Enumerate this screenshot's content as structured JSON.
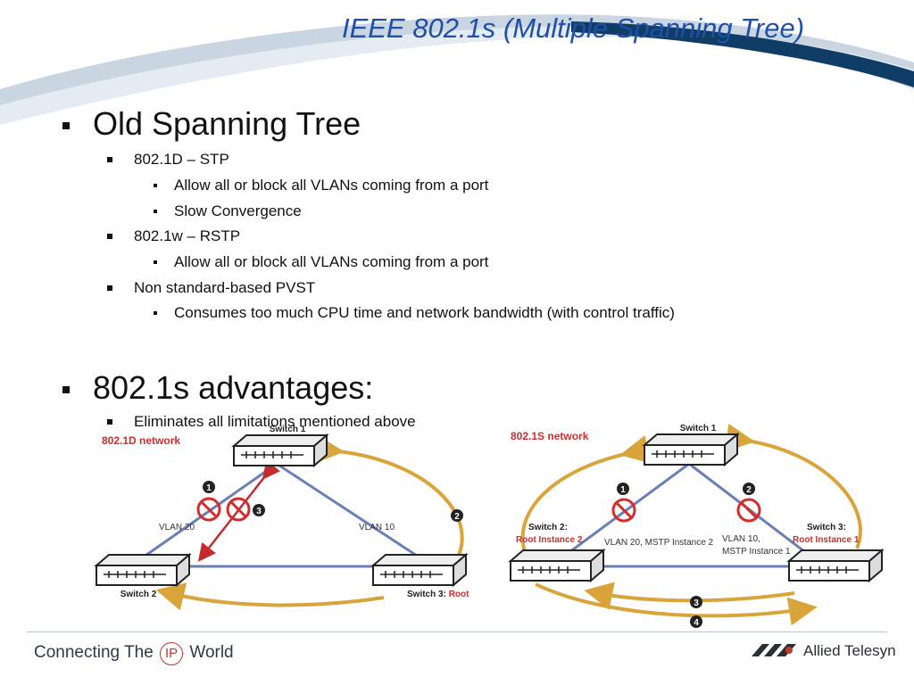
{
  "slide": {
    "title": "IEEE 802.1s (Multiple Spanning Tree)"
  },
  "outline": {
    "section1": {
      "heading": "Old Spanning Tree",
      "items": [
        {
          "label": "802.1D – STP",
          "subitems": [
            "Allow all or block all VLANs coming from a port",
            "Slow Convergence"
          ]
        },
        {
          "label": "802.1w – RSTP",
          "subitems": [
            "Allow all or block all VLANs coming from a port"
          ]
        },
        {
          "label": "Non standard-based PVST",
          "subitems": [
            "Consumes too much CPU time and network bandwidth (with control traffic)"
          ]
        }
      ]
    },
    "section2": {
      "heading": "802.1s advantages:",
      "items": [
        {
          "label": "Eliminates all limitations mentioned above"
        }
      ]
    }
  },
  "diagram_left": {
    "title": "802.1D network",
    "switch1": "Switch 1",
    "switch2": "Switch 2",
    "switch3_prefix": "Switch 3: ",
    "switch3_suffix": "Root",
    "vlan_a": "VLAN 20",
    "vlan_b": "VLAN 10",
    "markers": [
      "1",
      "2",
      "3"
    ]
  },
  "diagram_right": {
    "title": "802.1S network",
    "switch1": "Switch 1",
    "switch2_line1": "Switch 2:",
    "switch2_line2": "Root Instance 2",
    "switch3_line1": "Switch 3:",
    "switch3_line2": "Root Instance 1",
    "vlan_a": "VLAN 20, MSTP Instance 2",
    "vlan_b_line1": "VLAN 10,",
    "vlan_b_line2": "MSTP Instance 1",
    "markers": [
      "1",
      "2",
      "3",
      "4"
    ]
  },
  "footer": {
    "left_prefix": "Connecting The ",
    "left_ip": "IP",
    "left_suffix": " World",
    "right": "Allied Telesyn"
  },
  "colors": {
    "title": "#1f4fa6",
    "swoosh_dark": "#0f3d66",
    "swoosh_light": "#c9d6e2",
    "red": "#d42b2b",
    "link": "#6a7fb5",
    "arrow": "#d9a53a"
  }
}
